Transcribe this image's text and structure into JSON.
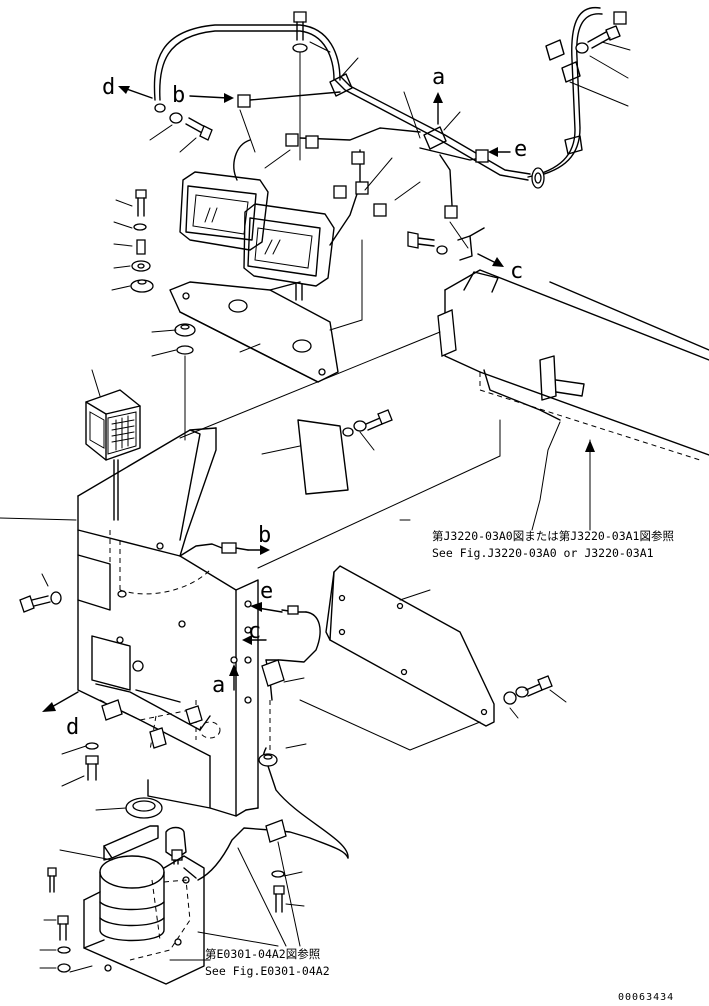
{
  "arrow_labels": {
    "a_top": "a",
    "b_top": "b",
    "c_top": "c",
    "d_top": "d",
    "e_top": "e",
    "a_bottom": "a",
    "b_bottom": "b",
    "c_bottom": "c",
    "d_bottom": "d",
    "e_bottom": "e"
  },
  "references": {
    "upper_jp": "第J3220-03A0図または第J3220-03A1図参照",
    "upper_en": "See Fig.J3220-03A0 or J3220-03A1",
    "lower_jp": "第E0301-04A2図参照",
    "lower_en": "See Fig.E0301-04A2"
  },
  "drawing_code": "00063434"
}
